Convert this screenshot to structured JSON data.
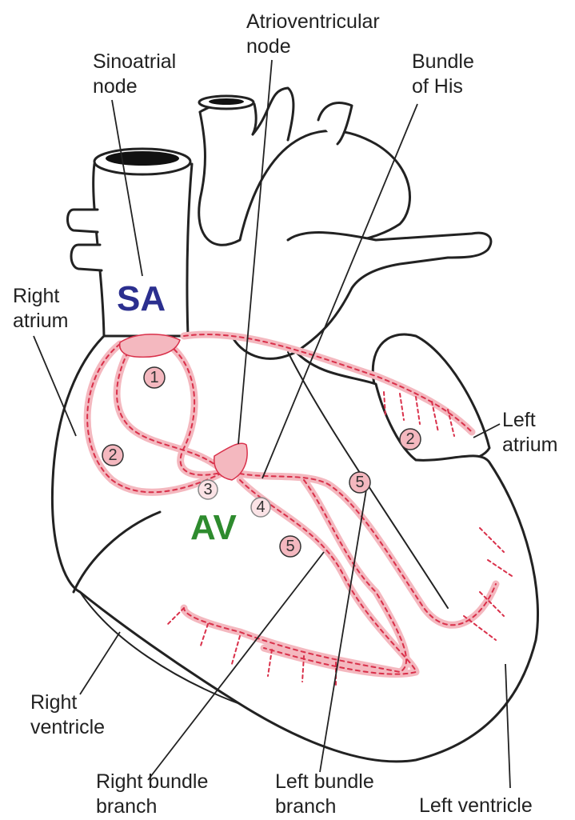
{
  "labels": {
    "av_node": "Atrioventricular\nnode",
    "sa_node": "Sinoatrial\nnode",
    "bundle_his": "Bundle\nof His",
    "right_atrium": "Right\natrium",
    "left_atrium": "Left\natrium",
    "right_ventricle": "Right\nventricle",
    "right_bundle": "Right bundle\nbranch",
    "left_bundle": "Left bundle\nbranch",
    "left_ventricle": "Left ventricle"
  },
  "abbreviations": {
    "sa": "SA",
    "av": "AV"
  },
  "step_markers": {
    "m1": "1",
    "m2_right": "2",
    "m2_left": "2",
    "m3": "3",
    "m4": "4",
    "m5_upper": "5",
    "m5_lower": "5"
  },
  "colors": {
    "sa_text": "#2b2f8f",
    "av_text": "#2e8b2e",
    "conduction_pink": "#f4b8bf",
    "conduction_dash": "#d9304a",
    "outline": "#222222"
  }
}
